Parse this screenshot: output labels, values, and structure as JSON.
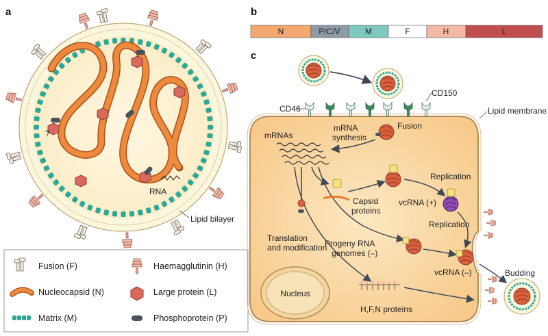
{
  "panels": {
    "a": "a",
    "b": "b",
    "c": "c"
  },
  "genome_segments": [
    {
      "label": "N",
      "color": "#f3a86f"
    },
    {
      "label": "P/C/V",
      "color": "#8e9aa6"
    },
    {
      "label": "M",
      "color": "#7fc8bd"
    },
    {
      "label": "F",
      "color": "#ffffff"
    },
    {
      "label": "H",
      "color": "#f4b8a7"
    },
    {
      "label": "L",
      "color": "#c0504d"
    }
  ],
  "virion_labels": {
    "rna": "RNA",
    "lipid_bilayer": "Lipid bilayer",
    "question": "?"
  },
  "legend": {
    "fusion": "Fusion (F)",
    "haemagglutinin": "Haemagglutinin (H)",
    "nucleocapsid": "Nucleocapsid (N)",
    "large_protein": "Large protein (L)",
    "matrix": "Matrix (M)",
    "phosphoprotein": "Phosphoprotein (P)"
  },
  "cycle_labels": {
    "cd46": "CD46",
    "cd150": "CD150",
    "lipid_membrane": "Lipid membrane",
    "fusion": "Fusion",
    "mrna_synthesis_1": "mRNA",
    "mrna_synthesis_2": "synthesis",
    "mrnas": "mRNAs",
    "replication_1": "Replication",
    "replication_2": "Replication",
    "capsid_1": "Capsid",
    "capsid_2": "proteins",
    "vcrna_plus": "vcRNA (+)",
    "translation_1": "Translation",
    "translation_2": "and modification",
    "progeny_1": "Progeny RNA",
    "progeny_2": "genomes (–)",
    "vcrna_minus": "vcRNA (–)",
    "budding": "Budding",
    "nucleus": "Nucleus",
    "hfn": "H,F,N proteins"
  },
  "colors": {
    "nucleocapsid": "#e8782f",
    "matrix": "#2ea896",
    "membrane": "#fbf3d4",
    "cell_fill": "#fbdcaa",
    "large_protein": "#d9695a",
    "phosphoprotein": "#4a535c"
  }
}
